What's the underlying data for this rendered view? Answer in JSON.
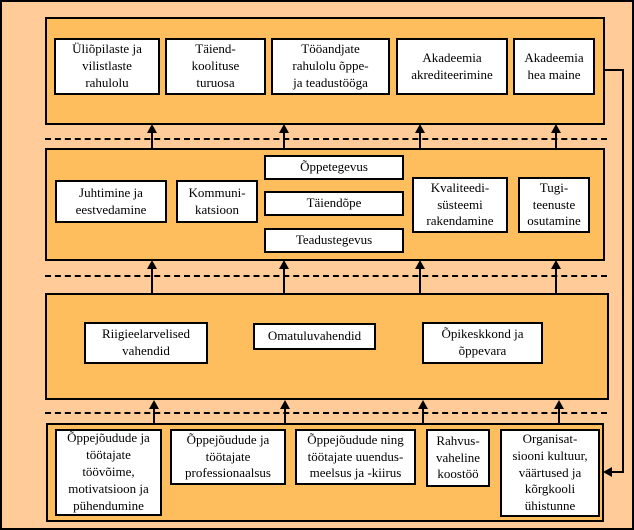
{
  "diagram": {
    "title": "",
    "colors": {
      "outer_bg": "#FFCC99",
      "band_bg": "#FFBE5E",
      "box_bg": "#FFFFFF",
      "line": "#000000"
    },
    "bands": [
      {
        "id": "outcomes",
        "boxes": [
          {
            "label": "Üliõpilaste ja\nvilistlaste\nrahulolu"
          },
          {
            "label": "Täiend-\nkoolituse\nturuosa"
          },
          {
            "label": "Tööandjate\nrahulolu õppe-\nja teadustööga"
          },
          {
            "label": "Akadeemia\nakrediteerimine"
          },
          {
            "label": "Akadeemia\nhea maine"
          }
        ]
      },
      {
        "id": "processes",
        "boxes": [
          {
            "label": "Juhtimine ja\neestvedamine"
          },
          {
            "label": "Kommuni-\nkatsioon"
          },
          {
            "label": "Õppetegevus"
          },
          {
            "label": "Täiendõpe"
          },
          {
            "label": "Teadustegevus"
          },
          {
            "label": "Kvaliteedi-\nsüsteemi\nrakendamine"
          },
          {
            "label": "Tugi-\nteenuste\nosutamine"
          }
        ]
      },
      {
        "id": "resources",
        "boxes": [
          {
            "label": "Riigieelarvelised\nvahendid"
          },
          {
            "label": "Omatuluvahendid"
          },
          {
            "label": "Õpikeskkond ja\nõppevara"
          }
        ]
      },
      {
        "id": "people",
        "boxes": [
          {
            "label": "Õppejõudude ja\ntöötajate\ntöövõime,\nmotivatsioon ja\npühendumine"
          },
          {
            "label": "Õppejõudude ja\ntöötajate\nprofessionaalsus"
          },
          {
            "label": "Õppejõudude ning\ntöötajate uuendus-\nmeelsus ja -kiirus"
          },
          {
            "label": "Rahvus-\nvaheline\nkoostöö"
          },
          {
            "label": "Organisat-\nsiooni kultuur,\nväärtused ja\nkõrgkooli\nühistunne"
          }
        ]
      }
    ]
  }
}
